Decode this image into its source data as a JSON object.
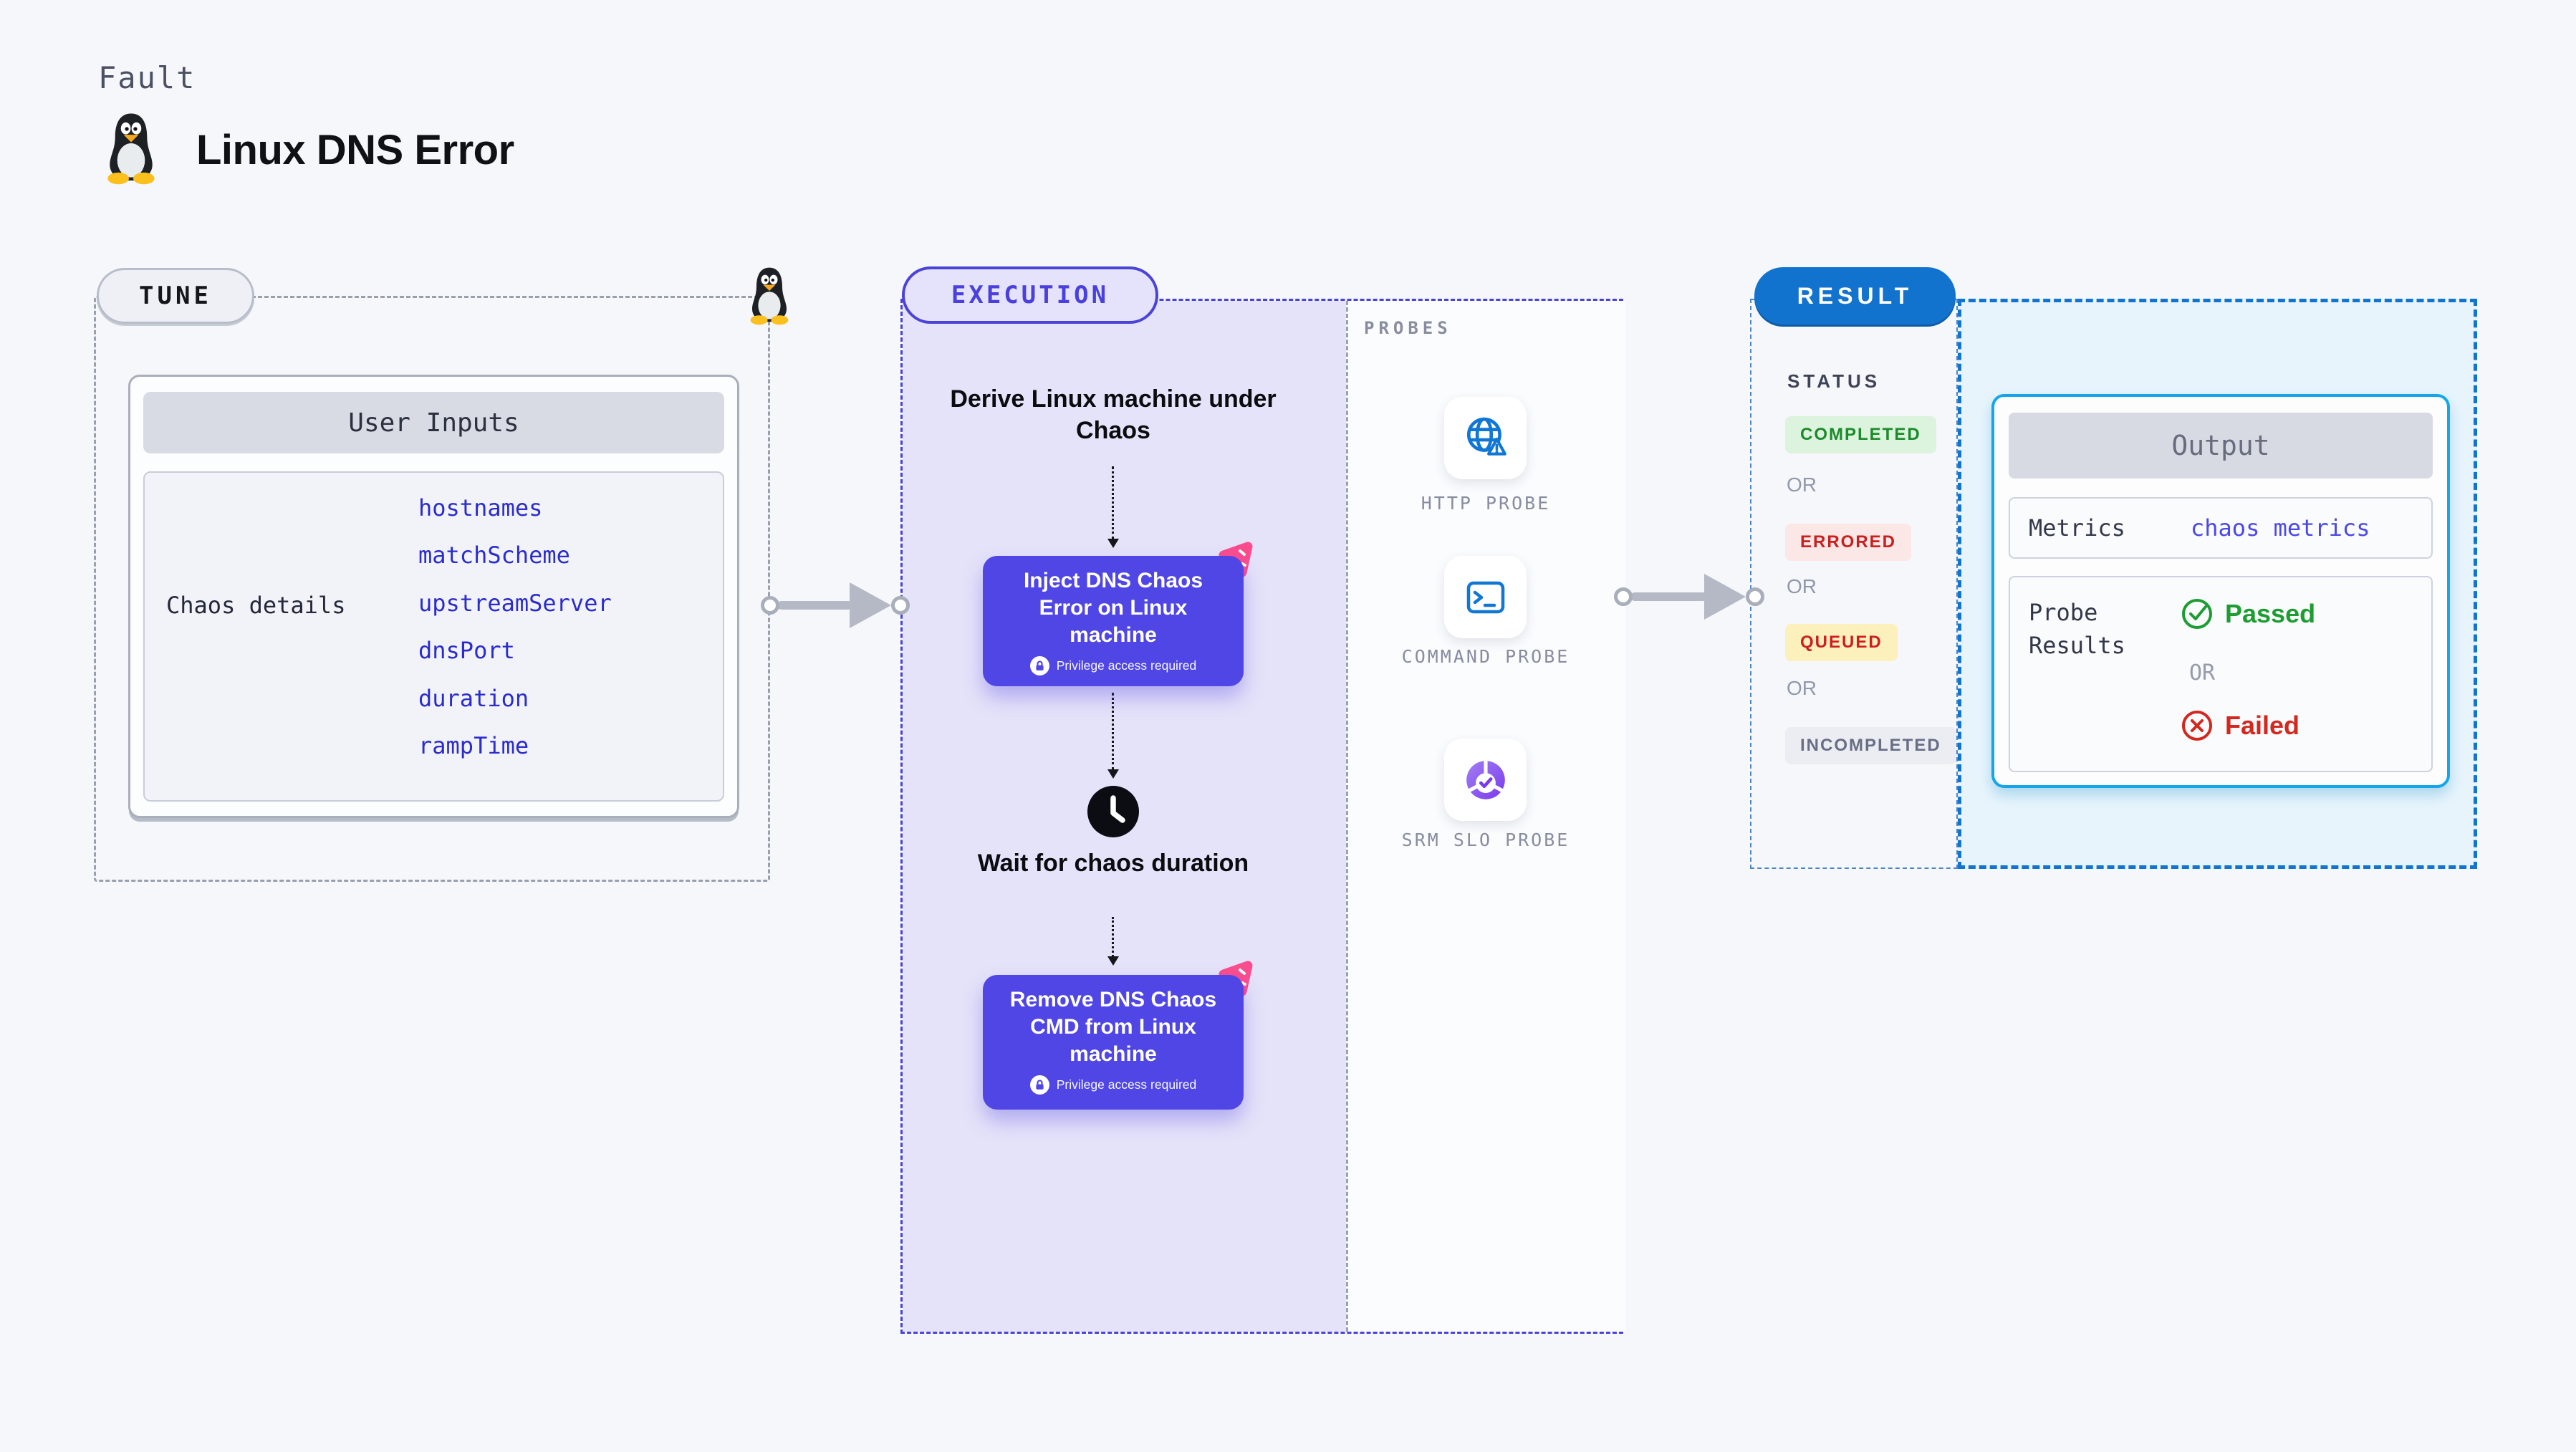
{
  "header": {
    "eyebrow": "Fault",
    "title": "Linux DNS Error",
    "icon": "tux-penguin-icon"
  },
  "tune": {
    "badge": "TUNE",
    "card_title": "User Inputs",
    "row_label": "Chaos details",
    "values": [
      "hostnames",
      "matchScheme",
      "upstreamServer",
      "dnsPort",
      "duration",
      "rampTime"
    ]
  },
  "flow": {
    "badge": "EXECUTION",
    "derive_step": "Derive Linux machine under Chaos",
    "inject_title": "Inject DNS Chaos Error on Linux machine",
    "inject_privilege": "Privilege access required",
    "wait_step": "Wait for chaos duration",
    "remove_title": "Remove DNS Chaos CMD from Linux machine",
    "remove_privilege": "Privilege access required"
  },
  "probes": {
    "label": "PROBES",
    "items": [
      {
        "name": "HTTP PROBE",
        "icon": "globe-warning-icon"
      },
      {
        "name": "COMMAND PROBE",
        "icon": "terminal-icon"
      },
      {
        "name": "SRM SLO PROBE",
        "icon": "slo-donut-check-icon"
      }
    ]
  },
  "result": {
    "badge": "RESULT",
    "status_label": "STATUS",
    "or": "OR",
    "statuses": [
      "COMPLETED",
      "ERRORED",
      "QUEUED",
      "INCOMPLETED"
    ],
    "output": {
      "title": "Output",
      "metrics_label": "Metrics",
      "metrics_value": "chaos metrics",
      "probe_label": "Probe Results",
      "passed": "Passed",
      "or": "OR",
      "failed": "Failed"
    }
  },
  "colors": {
    "page_bg": "#f6f7fa",
    "node_purple": "#4f46e5",
    "execution_accent": "#4b43d6",
    "execution_bg": "#e5e3f9",
    "result_blue": "#1273cf",
    "output_border": "#14a6e9",
    "output_bg": "#e7f4fc",
    "value_blue": "#2b2ccd",
    "passed_green": "#1d9c32",
    "failed_red": "#d2281f",
    "completed_green": "#1d8a2b",
    "errored_red": "#c82020",
    "queued_red": "#cd1f1f",
    "incompleted_gray": "#686e84",
    "chaos_pink": "#fb4d8e",
    "arrow_gray": "#b5b9c6"
  }
}
